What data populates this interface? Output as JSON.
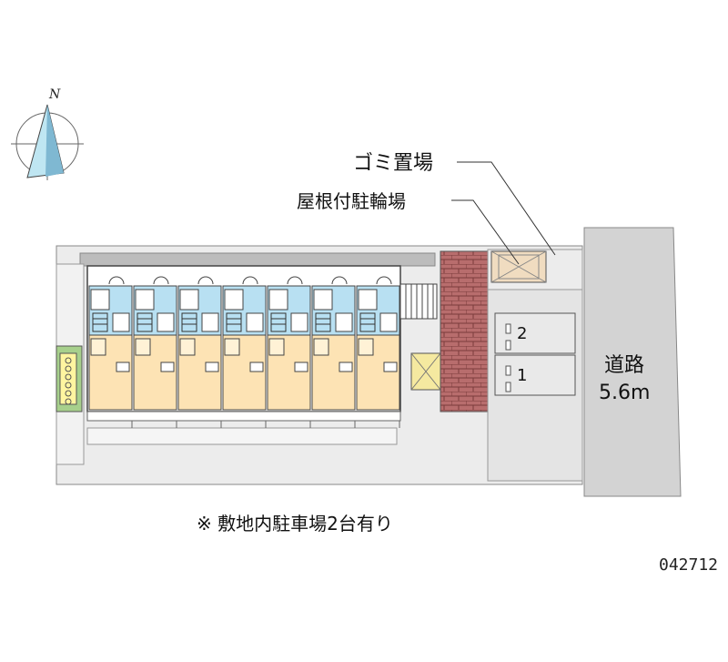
{
  "compass": {
    "north_label": "N"
  },
  "labels": {
    "garbage": "ゴミ置場",
    "bicycle": "屋根付駐輪場",
    "road_name": "道路",
    "road_width": "5.6m",
    "note": "※ 敷地内駐車場2台有り",
    "code": "042712"
  },
  "parking": {
    "spaces": [
      "2",
      "1"
    ]
  },
  "building": {
    "unit_count": 7
  },
  "colors": {
    "unit_floor": "#fde3b4",
    "unit_wet": "#b8e0f2",
    "site_ground": "#e8e8e8",
    "road": "#d2d2d2",
    "brick": "#b06a6a"
  }
}
